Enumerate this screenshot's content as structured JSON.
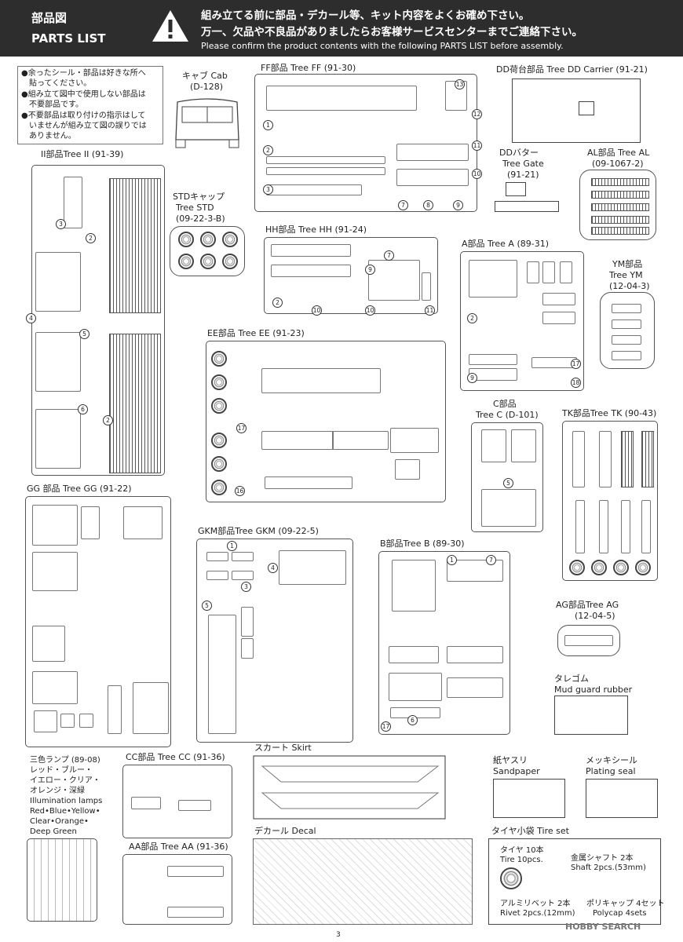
{
  "header": {
    "title_jp": "部品図",
    "title_en": "PARTS LIST",
    "line1": "組み立てる前に部品・デカール等、キット内容をよくお確め下さい。",
    "line2": "万一、欠品や不良品がありましたらお客様サービスセンターまでご連絡下さい。",
    "line3": "Please confirm the product contents with the following PARTS LIST before assembly.",
    "icon": "warning-triangle-icon"
  },
  "note": {
    "lines": [
      "●余ったシール・部品は好きな所へ",
      "貼ってください。",
      "●組み立て図中で使用しない部品は",
      "不要部品です。",
      "●不要部品は取り付けの指示はして",
      "いませんが組み立て図の誤りでは",
      "ありません。"
    ]
  },
  "trees": {
    "cab": {
      "l1": "キャブ Cab",
      "l2": "(D-128)"
    },
    "ff": {
      "l1": "FF部品 Tree FF (91-30)"
    },
    "dd": {
      "l1": "DD荷台部品 Tree DD Carrier (91-21)"
    },
    "ii": {
      "l1": "II部品Tree II (91-39)"
    },
    "std": {
      "l1": "STDキャップ",
      "l2": "Tree STD",
      "l3": "(09-22-3-B)"
    },
    "gate": {
      "l1": "DDバター",
      "l2": "Tree Gate",
      "l3": "(91-21)"
    },
    "al": {
      "l1": "AL部品 Tree AL",
      "l2": "(09-1067-2)"
    },
    "hh": {
      "l1": "HH部品 Tree HH (91-24)"
    },
    "a": {
      "l1": "A部品 Tree A (89-31)"
    },
    "ym": {
      "l1": "YM部品",
      "l2": "Tree YM",
      "l3": "(12-04-3)"
    },
    "ee": {
      "l1": "EE部品 Tree EE (91-23)"
    },
    "c": {
      "l1": "C部品",
      "l2": "Tree C (D-101)"
    },
    "tk": {
      "l1": "TK部品Tree TK (90-43)"
    },
    "gg": {
      "l1": "GG 部品 Tree GG (91-22)"
    },
    "gkm": {
      "l1": "GKM部品Tree GKM (09-22-5)"
    },
    "b": {
      "l1": "B部品Tree B (89-30)"
    },
    "ag": {
      "l1": "AG部品Tree AG",
      "l2": "(12-04-5)"
    },
    "mud": {
      "l1": "タレゴム",
      "l2": "Mud guard rubber"
    },
    "lamps": {
      "l1": "三色ランプ (89-08)",
      "l2": "レッド・ブルー・",
      "l3": "イエロー・クリア・",
      "l4": "オレンジ・深緑",
      "l5": "Illumination lamps",
      "l6": "Red•Blue•Yellow•",
      "l7": "Clear•Orange•",
      "l8": "Deep Green"
    },
    "cc": {
      "l1": "CC部品 Tree CC (91-36)"
    },
    "skirt": {
      "l1": "スカート Skirt"
    },
    "sandpaper": {
      "l1": "紙ヤスリ",
      "l2": "Sandpaper"
    },
    "plating": {
      "l1": "メッキシール",
      "l2": "Plating seal"
    },
    "aa": {
      "l1": "AA部品 Tree AA (91-36)"
    },
    "decal": {
      "l1": "デカール Decal"
    },
    "tireset": {
      "l1": "タイヤ小袋 Tire set",
      "t1": "タイヤ 10本",
      "t2": "Tire 10pcs.",
      "s1": "金属シャフト 2本",
      "s2": "Shaft 2pcs.(53mm)",
      "r1": "アルミリベット 2本",
      "r2": "Rivet 2pcs.(12mm)",
      "p1": "ポリキャップ 4セット",
      "p2": "Polycap 4sets"
    }
  },
  "footer": {
    "page": "3",
    "watermark": "HOBBY SEARCH"
  }
}
